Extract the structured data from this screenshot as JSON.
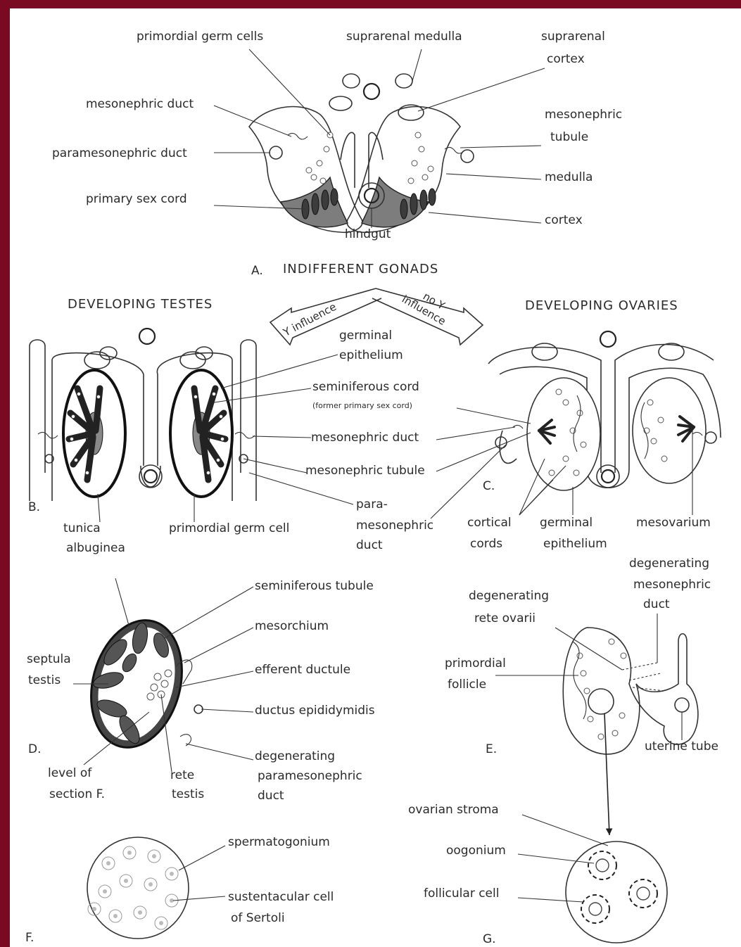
{
  "panel_letters": {
    "a": "A.",
    "b": "B.",
    "c": "C.",
    "d": "D.",
    "e": "E.",
    "f": "F.",
    "g": "G."
  },
  "headings": {
    "indifferent": "INDIFFERENT GONADS",
    "testes": "DEVELOPING TESTES",
    "ovaries": "DEVELOPING OVARIES",
    "y_influence": "Y influence",
    "no_y_1": "no Y",
    "no_y_2": "influence"
  },
  "panel_a": {
    "primordial_germ_cells": "primordial germ cells",
    "suprarenal_medulla": "suprarenal medulla",
    "suprarenal_cortex_1": "suprarenal",
    "suprarenal_cortex_2": "cortex",
    "mesonephric_duct": "mesonephric duct",
    "paramesonephric_duct": "paramesonephric duct",
    "primary_sex_cord": "primary sex cord",
    "mesonephric_tubule_1": "mesonephric",
    "mesonephric_tubule_2": "tubule",
    "medulla": "medulla",
    "cortex": "cortex",
    "hindgut": "hindgut"
  },
  "panel_b": {
    "germinal_epithelium_1": "germinal",
    "germinal_epithelium_2": "epithelium",
    "seminiferous_cord": "seminiferous cord",
    "former_primary": "(former primary sex cord)",
    "mesonephric_duct": "mesonephric duct",
    "mesonephric_tubule": "mesonephric tubule",
    "paramesonephric_1": "para-",
    "paramesonephric_2": "mesonephric",
    "paramesonephric_3": "duct",
    "tunica_1": "tunica",
    "tunica_2": "albuginea",
    "primordial_germ_cell": "primordial germ cell"
  },
  "panel_c": {
    "cortical_1": "cortical",
    "cortical_2": "cords",
    "germinal_1": "germinal",
    "germinal_2": "epithelium",
    "mesovarium": "mesovarium"
  },
  "panel_d": {
    "seminiferous_tubule": "seminiferous tubule",
    "mesorchium": "mesorchium",
    "septula_1": "septula",
    "septula_2": "testis",
    "efferent_ductule": "efferent ductule",
    "ductus_epididymidis": "ductus epididymidis",
    "degenerating_1": "degenerating",
    "degenerating_2": "paramesonephric",
    "degenerating_3": "duct",
    "level_1": "level of",
    "level_2": "section F.",
    "rete_1": "rete",
    "rete_2": "testis"
  },
  "panel_e": {
    "deg_meso_1": "degenerating",
    "deg_meso_2": "mesonephric",
    "deg_meso_3": "duct",
    "deg_rete_1": "degenerating",
    "deg_rete_2": "rete ovarii",
    "primordial_1": "primordial",
    "primordial_2": "follicle",
    "uterine_tube": "uterine tube"
  },
  "panel_f": {
    "spermatogonium": "spermatogonium",
    "sustentacular_1": "sustentacular cell",
    "sustentacular_2": "of Sertoli"
  },
  "panel_g": {
    "ovarian_stroma": "ovarian stroma",
    "oogonium": "oogonium",
    "follicular_cell": "follicular cell"
  }
}
